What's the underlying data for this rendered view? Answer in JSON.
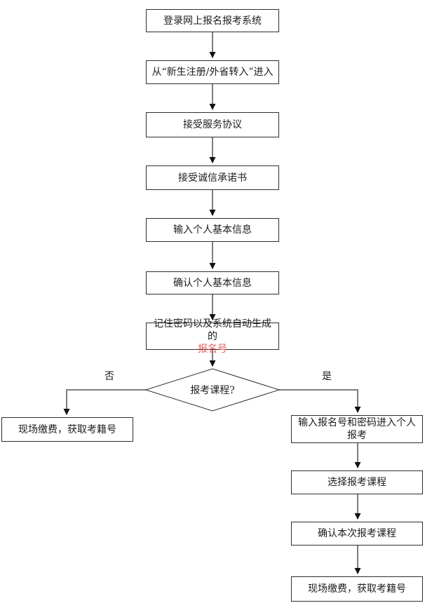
{
  "flowchart": {
    "nodes": {
      "login": "登录网上报名报考系统",
      "entry": "从“新生注册/外省转入”进入",
      "service_agreement": "接受服务协议",
      "integrity_pledge": "接受诚信承诺书",
      "enter_info": "输入个人基本信息",
      "confirm_info": "确认个人基本信息",
      "remember_line1": "记住密码以及系统自动生成的",
      "remember_line2": "报名号",
      "decision": "报考课程?",
      "left_pay": "现场缴费，获取考籍号",
      "right_login": "输入报名号和密码进入个人报考",
      "right_select": "选择报考课程",
      "right_confirm": "确认本次报考课程",
      "right_pay": "现场缴费，获取考籍号"
    },
    "branch_labels": {
      "no": "否",
      "yes": "是"
    },
    "colors": {
      "highlight_red": "#e85c5c",
      "connector_gray": "#7d7d7d",
      "box_border": "#2e2e2e"
    }
  }
}
